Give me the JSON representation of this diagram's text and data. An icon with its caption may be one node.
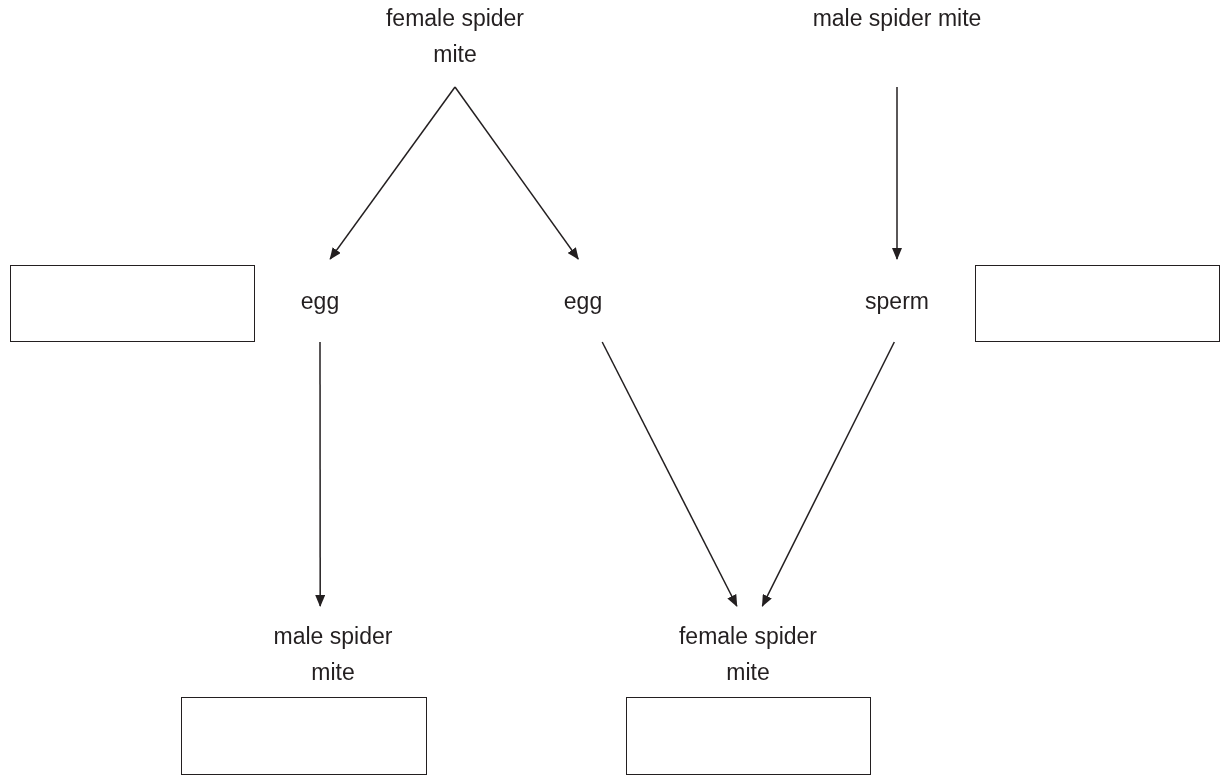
{
  "diagram": {
    "nodes": [
      {
        "text": [
          "female spider mite"
        ]
      },
      {
        "text": [
          "male spider mite"
        ]
      },
      {
        "text": [],
        "shape": "box"
      },
      {
        "text": [
          "egg"
        ]
      },
      {
        "text": [
          "egg"
        ]
      },
      {
        "text": [
          "sperm"
        ]
      },
      {
        "text": [],
        "shape": "box"
      },
      {
        "text": [
          "male spider mite"
        ]
      },
      {
        "text": [
          "female spider mite"
        ]
      },
      {
        "text": [],
        "shape": "box"
      },
      {
        "text": [],
        "shape": "box"
      }
    ],
    "edges": [
      {
        "from": 0,
        "to": 3,
        "arrow": "to"
      },
      {
        "from": 0,
        "to": 4,
        "arrow": "to"
      },
      {
        "from": 1,
        "to": 5,
        "arrow": "to"
      },
      {
        "from": 3,
        "to": 7,
        "arrow": "to"
      },
      {
        "from": 4,
        "to": 8,
        "arrow": "to"
      },
      {
        "from": 5,
        "to": 8,
        "arrow": "to"
      }
    ]
  }
}
